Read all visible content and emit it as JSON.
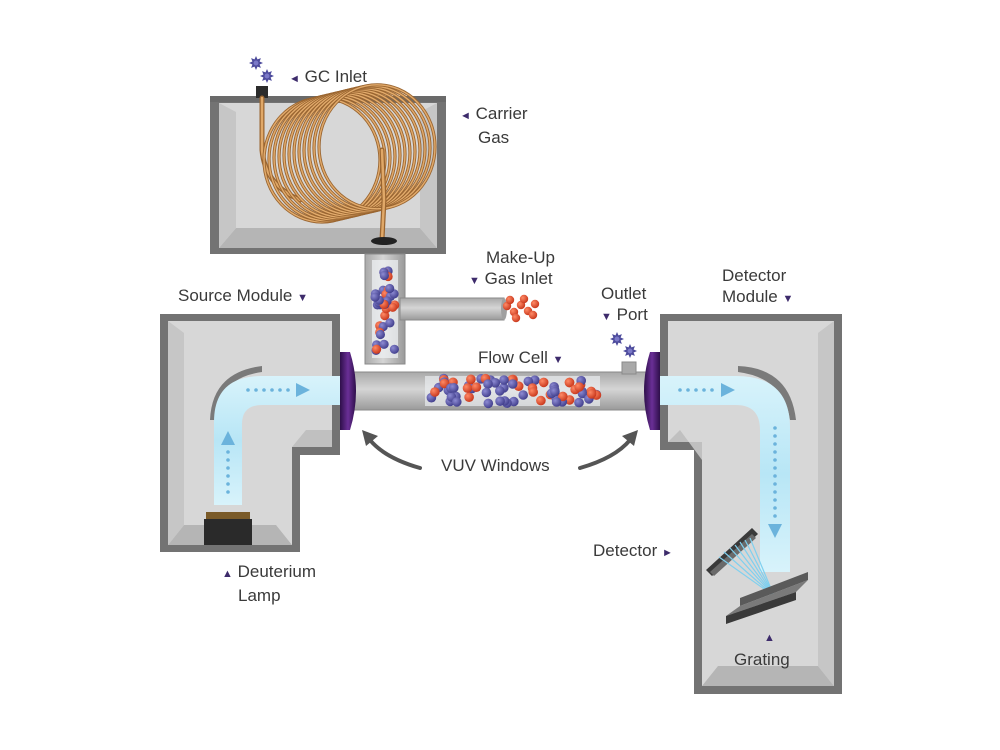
{
  "labels": {
    "gc_inlet": "GC Inlet",
    "carrier_gas_1": "Carrier",
    "carrier_gas_2": "Gas",
    "makeup_1": "Make-Up",
    "makeup_2": "Gas Inlet",
    "source_module": "Source Module",
    "outlet_1": "Outlet",
    "outlet_2": "Port",
    "detector_module_1": "Detector",
    "detector_module_2": "Module",
    "flow_cell": "Flow Cell",
    "vuv_windows": "VUV Windows",
    "deuterium_1": "Deuterium",
    "deuterium_2": "Lamp",
    "detector": "Detector",
    "grating": "Grating"
  },
  "markers": {
    "left": "◄",
    "right": "►",
    "down": "▼",
    "up": "▲"
  },
  "colors": {
    "module_fill": "#d9d9d9",
    "module_frame": "#737373",
    "light_beam": "#bfe9f7",
    "light_arrows": "#6bb3dc",
    "window": "#4b1f6f",
    "coil": "#c88a4a",
    "molecule_blue": "#5c5aa8",
    "molecule_red": "#e0502f",
    "marker": "#3d2b6b"
  }
}
